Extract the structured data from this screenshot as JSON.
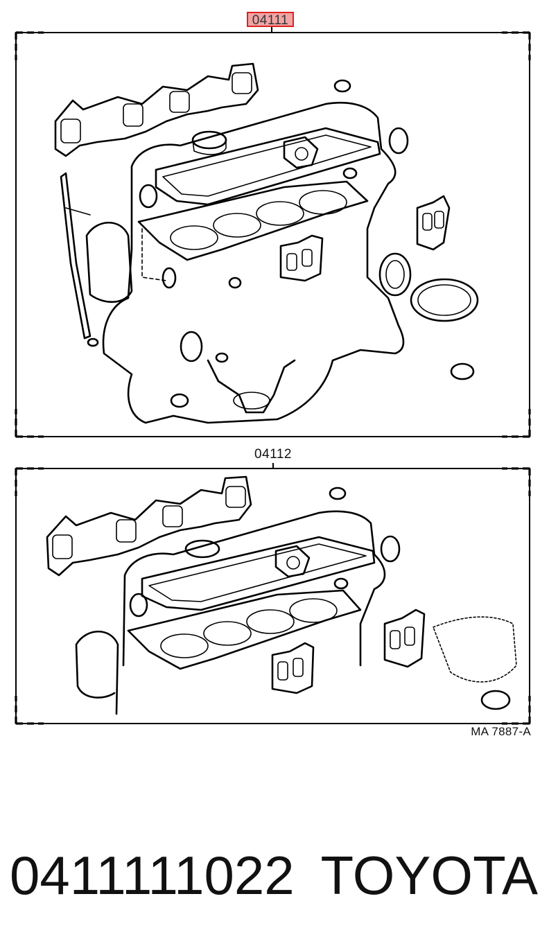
{
  "diagram": {
    "kits": [
      {
        "code": "04111"
      },
      {
        "code": "04112"
      }
    ],
    "reference": "MA  7887-A"
  },
  "caption": {
    "part_number": "0411111022",
    "brand": "TOYOTA"
  }
}
